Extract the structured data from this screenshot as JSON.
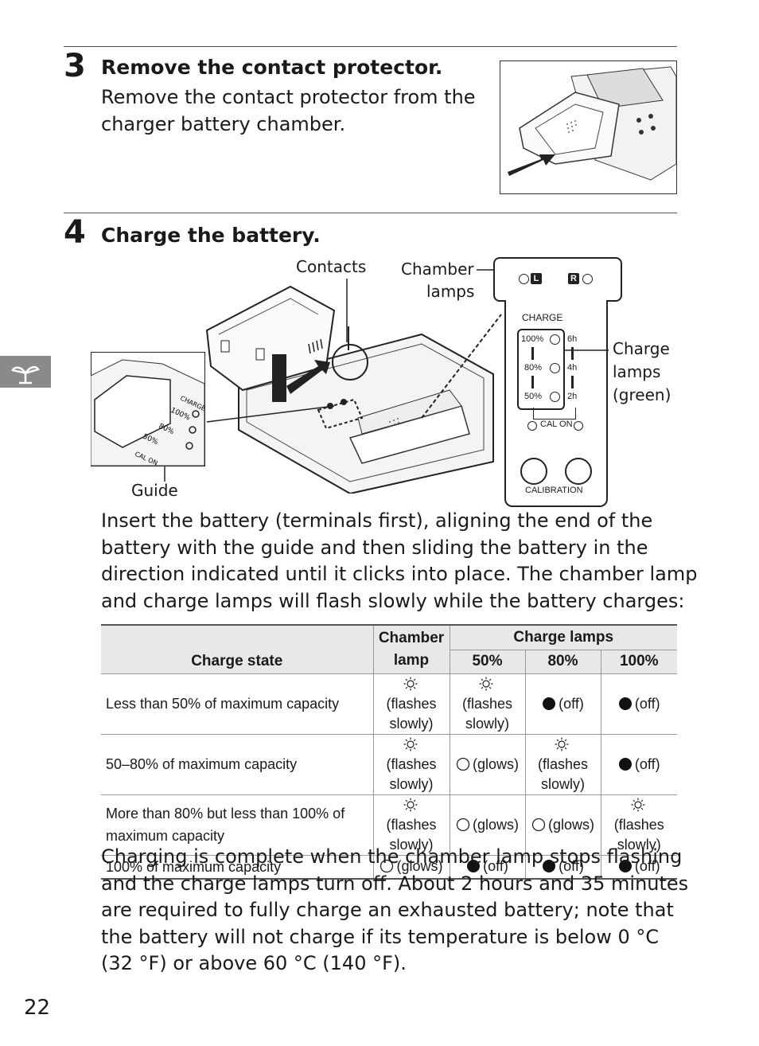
{
  "step3": {
    "number": "3",
    "title": "Remove the contact protector.",
    "text_line1": "Remove the contact protector from the",
    "text_line2": "charger battery chamber."
  },
  "step4": {
    "number": "4",
    "title": "Charge the battery.",
    "labels": {
      "contacts": "Contacts",
      "chamber_l1": "Chamber",
      "chamber_l2": "lamps",
      "charge_l1": "Charge",
      "charge_l2": "lamps",
      "charge_l3": "(green)",
      "guide": "Guide"
    },
    "panel": {
      "L": "L",
      "R": "R",
      "charge": "CHARGE",
      "p100": "100%",
      "p80": "80%",
      "p50": "50%",
      "h6": "6h",
      "h4": "4h",
      "h2": "2h",
      "cal_on": "CAL ON",
      "calibration": "CALIBRATION"
    },
    "intro_lines": [
      "Insert the battery (terminals first), aligning the end of the",
      "battery with the guide and then sliding the battery in the",
      "direction indicated until it clicks into place.  The chamber lamp",
      "and charge lamps will flash slowly while the battery charges:"
    ]
  },
  "table": {
    "h_state": "Charge state",
    "h_chamber1": "Chamber",
    "h_chamber2": "lamp",
    "h_charge": "Charge lamps",
    "h_50": "50%",
    "h_80": "80%",
    "h_100": "100%",
    "rows": [
      {
        "state1": "Less than 50% of maximum capacity",
        "state2": "",
        "cells": [
          [
            "flash",
            "(flashes",
            "slowly)"
          ],
          [
            "flash",
            "(flashes",
            "slowly)"
          ],
          [
            "off",
            "(off)",
            ""
          ],
          [
            "off",
            "(off)",
            ""
          ]
        ]
      },
      {
        "state1": "50–80% of maximum capacity",
        "state2": "",
        "cells": [
          [
            "flash",
            "(flashes",
            "slowly)"
          ],
          [
            "glow",
            "(glows)",
            ""
          ],
          [
            "flash",
            "(flashes",
            "slowly)"
          ],
          [
            "off",
            "(off)",
            ""
          ]
        ]
      },
      {
        "state1": "More than 80% but less than 100% of",
        "state2": "maximum capacity",
        "cells": [
          [
            "flash",
            "(flashes",
            "slowly)"
          ],
          [
            "glow",
            "(glows)",
            ""
          ],
          [
            "glow",
            "(glows)",
            ""
          ],
          [
            "flash",
            "(flashes",
            "slowly)"
          ]
        ]
      },
      {
        "state1": "100% of maximum capacity",
        "state2": "",
        "cells": [
          [
            "glow",
            "(glows)",
            ""
          ],
          [
            "off",
            "(off)",
            ""
          ],
          [
            "off",
            "(off)",
            ""
          ],
          [
            "off",
            "(off)",
            ""
          ]
        ]
      }
    ]
  },
  "closing_lines": [
    "Charging is complete when the chamber lamp stops flashing",
    "and the charge lamps turn off.  About 2 hours and 35 minutes",
    "are required to fully charge an exhausted battery; note that",
    "the battery will not charge if its temperature is below 0 °C",
    "(32 °F) or above 60 °C (140 °F)."
  ],
  "page_number": "22"
}
